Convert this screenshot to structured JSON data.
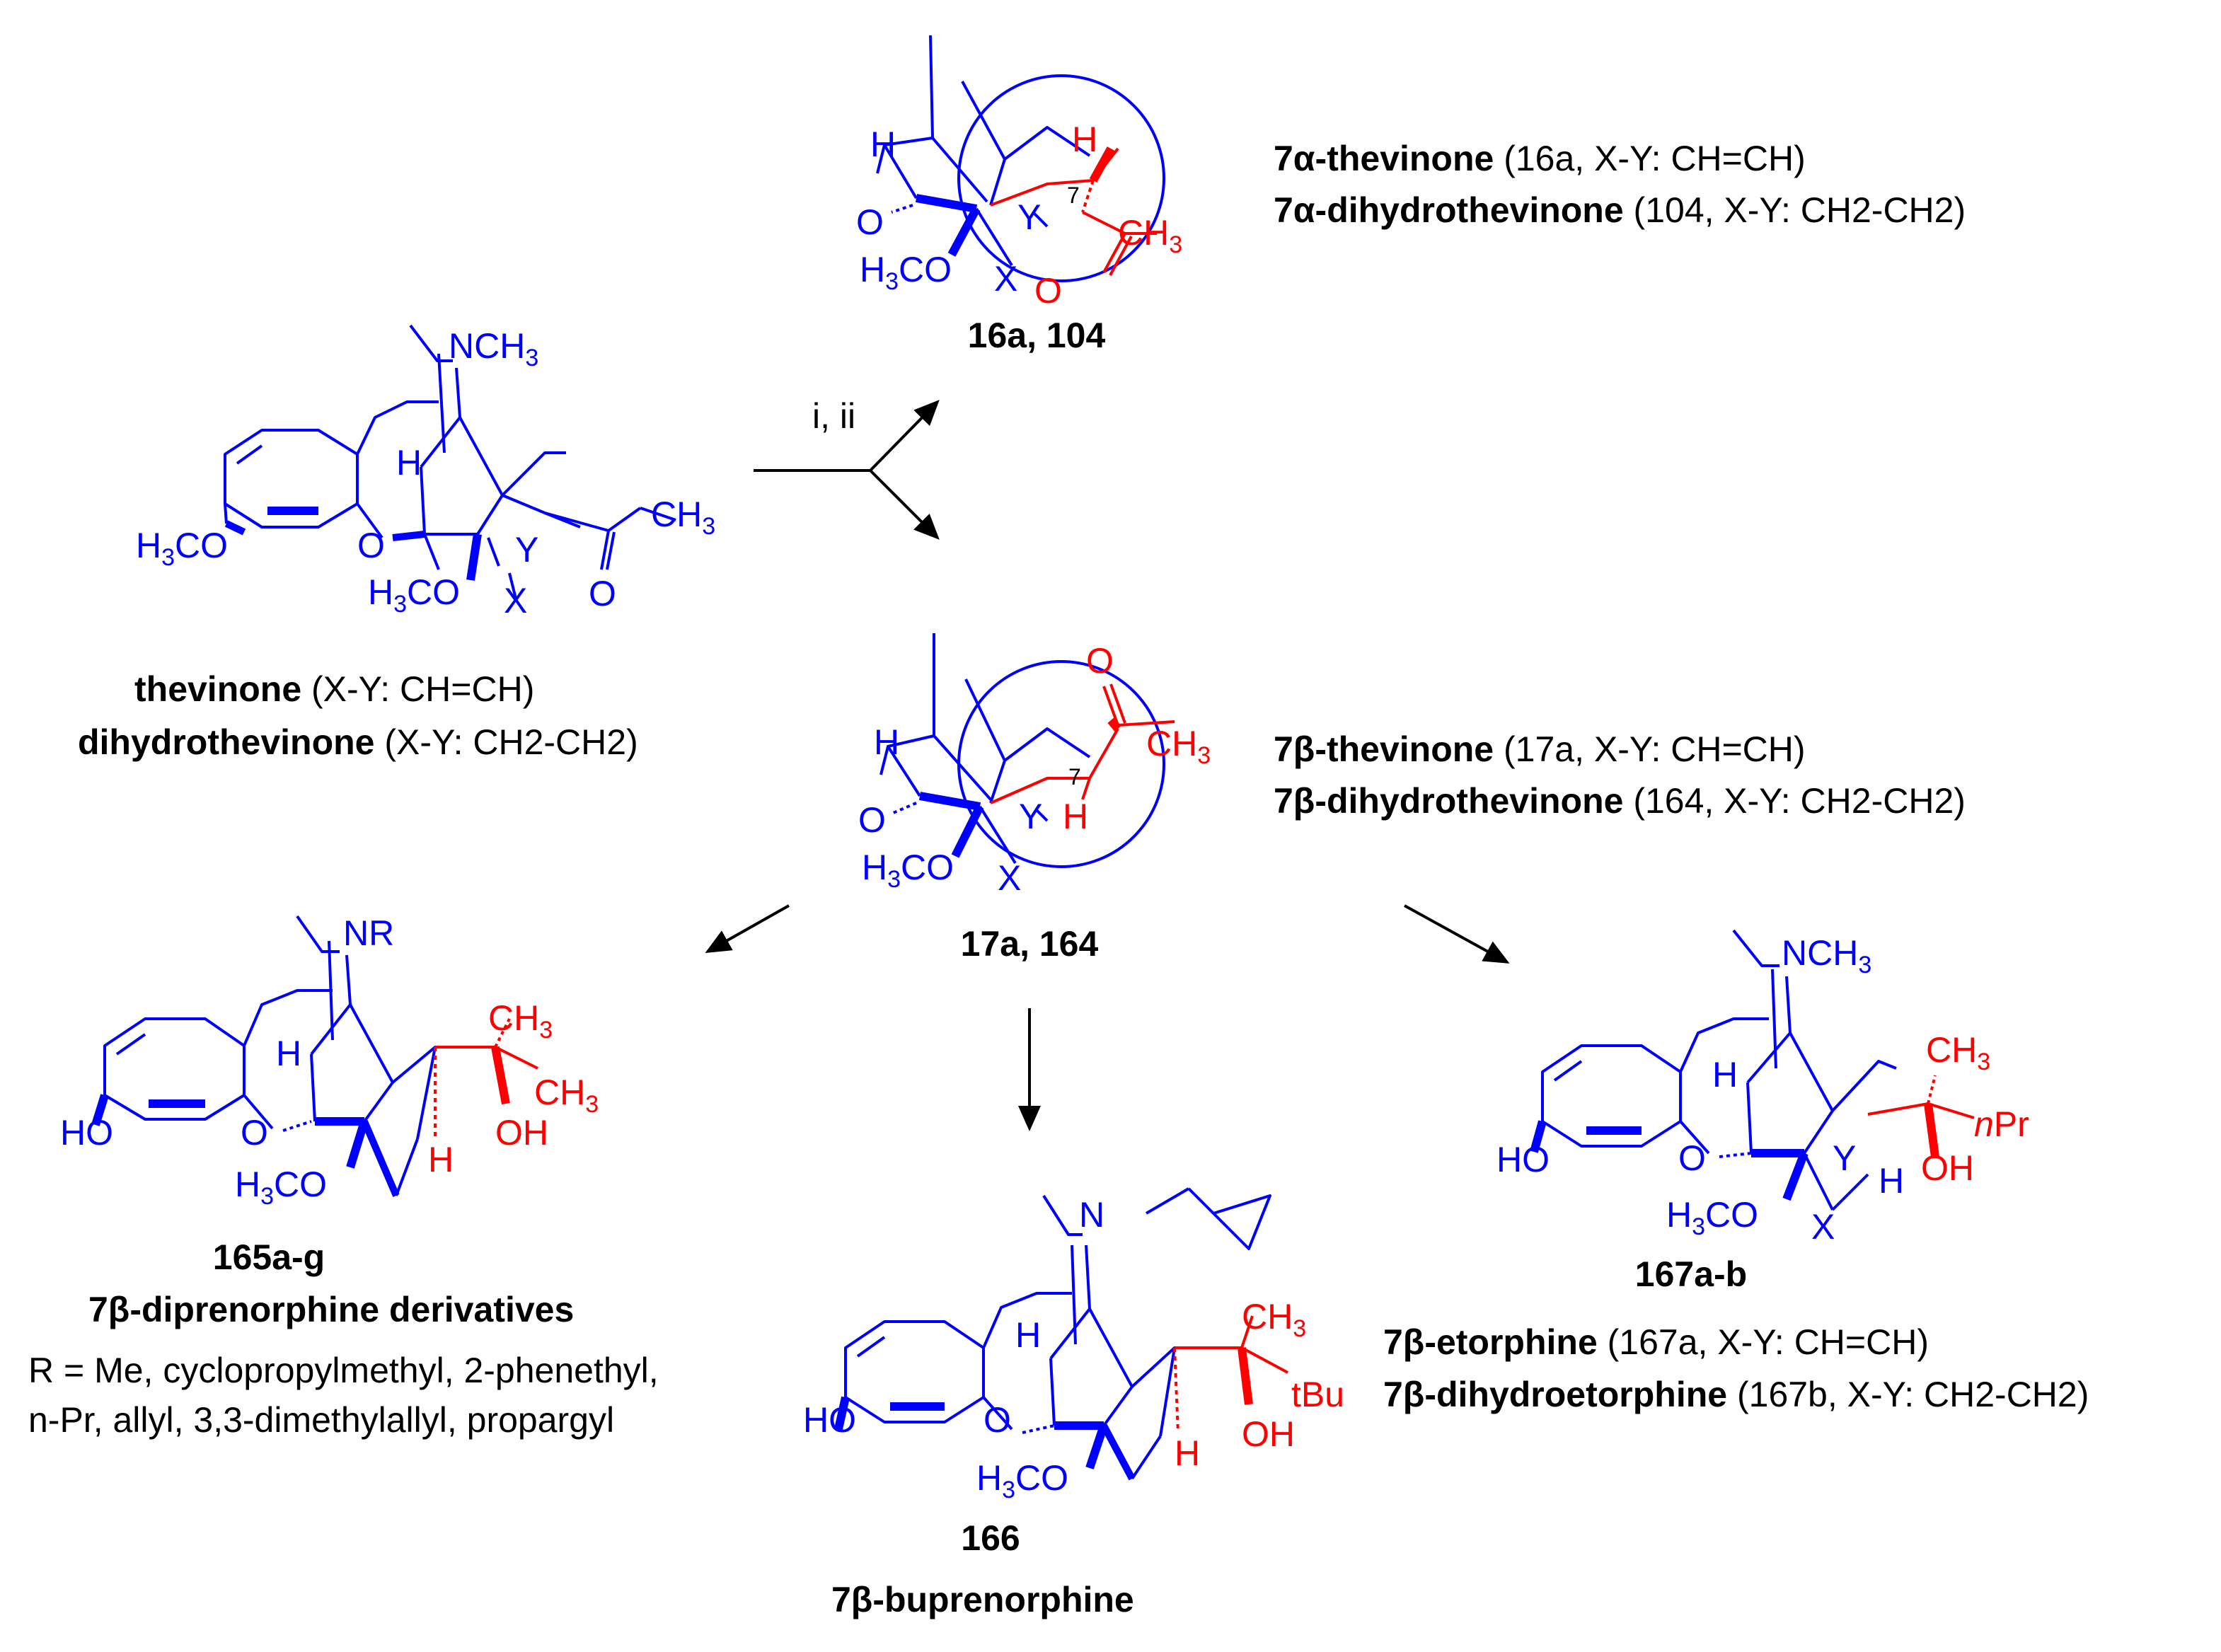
{
  "colors": {
    "structure": "#0000ff",
    "highlight": "#ff0000",
    "text": "#000000"
  },
  "reagents": "i, ii",
  "atoms": {
    "nch3": "NCH3",
    "h3co": "H3CO",
    "h": "H",
    "o": "O",
    "x": "X",
    "y": "Y",
    "ch3": "CH3",
    "oh": "OH",
    "ho": "HO",
    "nr": "NR",
    "n": "N",
    "tbu": "tBu",
    "npr": "nPr",
    "num7": "7"
  },
  "compounds": {
    "c16a": {
      "id": "16a, 104",
      "line1": {
        "name": "7α-thevinone",
        "detail": " (16a, X-Y: CH=CH)"
      },
      "line2": {
        "name": "7α-dihydrothevinone",
        "detail": " (104, X-Y: CH2-CH2)"
      }
    },
    "c17a": {
      "id": "17a, 164",
      "line1": {
        "name": "7β-thevinone",
        "detail": " (17a, X-Y: CH=CH)"
      },
      "line2": {
        "name": "7β-dihydrothevinone",
        "detail": " (164, X-Y: CH2-CH2)"
      }
    },
    "start": {
      "line1": {
        "name": "thevinone",
        "detail": " (X-Y: CH=CH)"
      },
      "line2": {
        "name": "dihydrothevinone",
        "detail": " (X-Y: CH2-CH2)"
      }
    },
    "c165": {
      "id": "165a-g",
      "name": "7β-diprenorphine derivatives",
      "r_line1": "R = Me, cyclopropylmethyl, 2-phenethyl,",
      "r_line2": "n-Pr, allyl, 3,3-dimethylallyl, propargyl"
    },
    "c166": {
      "id": "166",
      "name": "7β-buprenorphine"
    },
    "c167": {
      "id": "167a-b",
      "line1": {
        "name": "7β-etorphine",
        "detail": " (167a, X-Y: CH=CH)"
      },
      "line2": {
        "name": "7β-dihydroetorphine",
        "detail": " (167b, X-Y: CH2-CH2)"
      }
    }
  }
}
